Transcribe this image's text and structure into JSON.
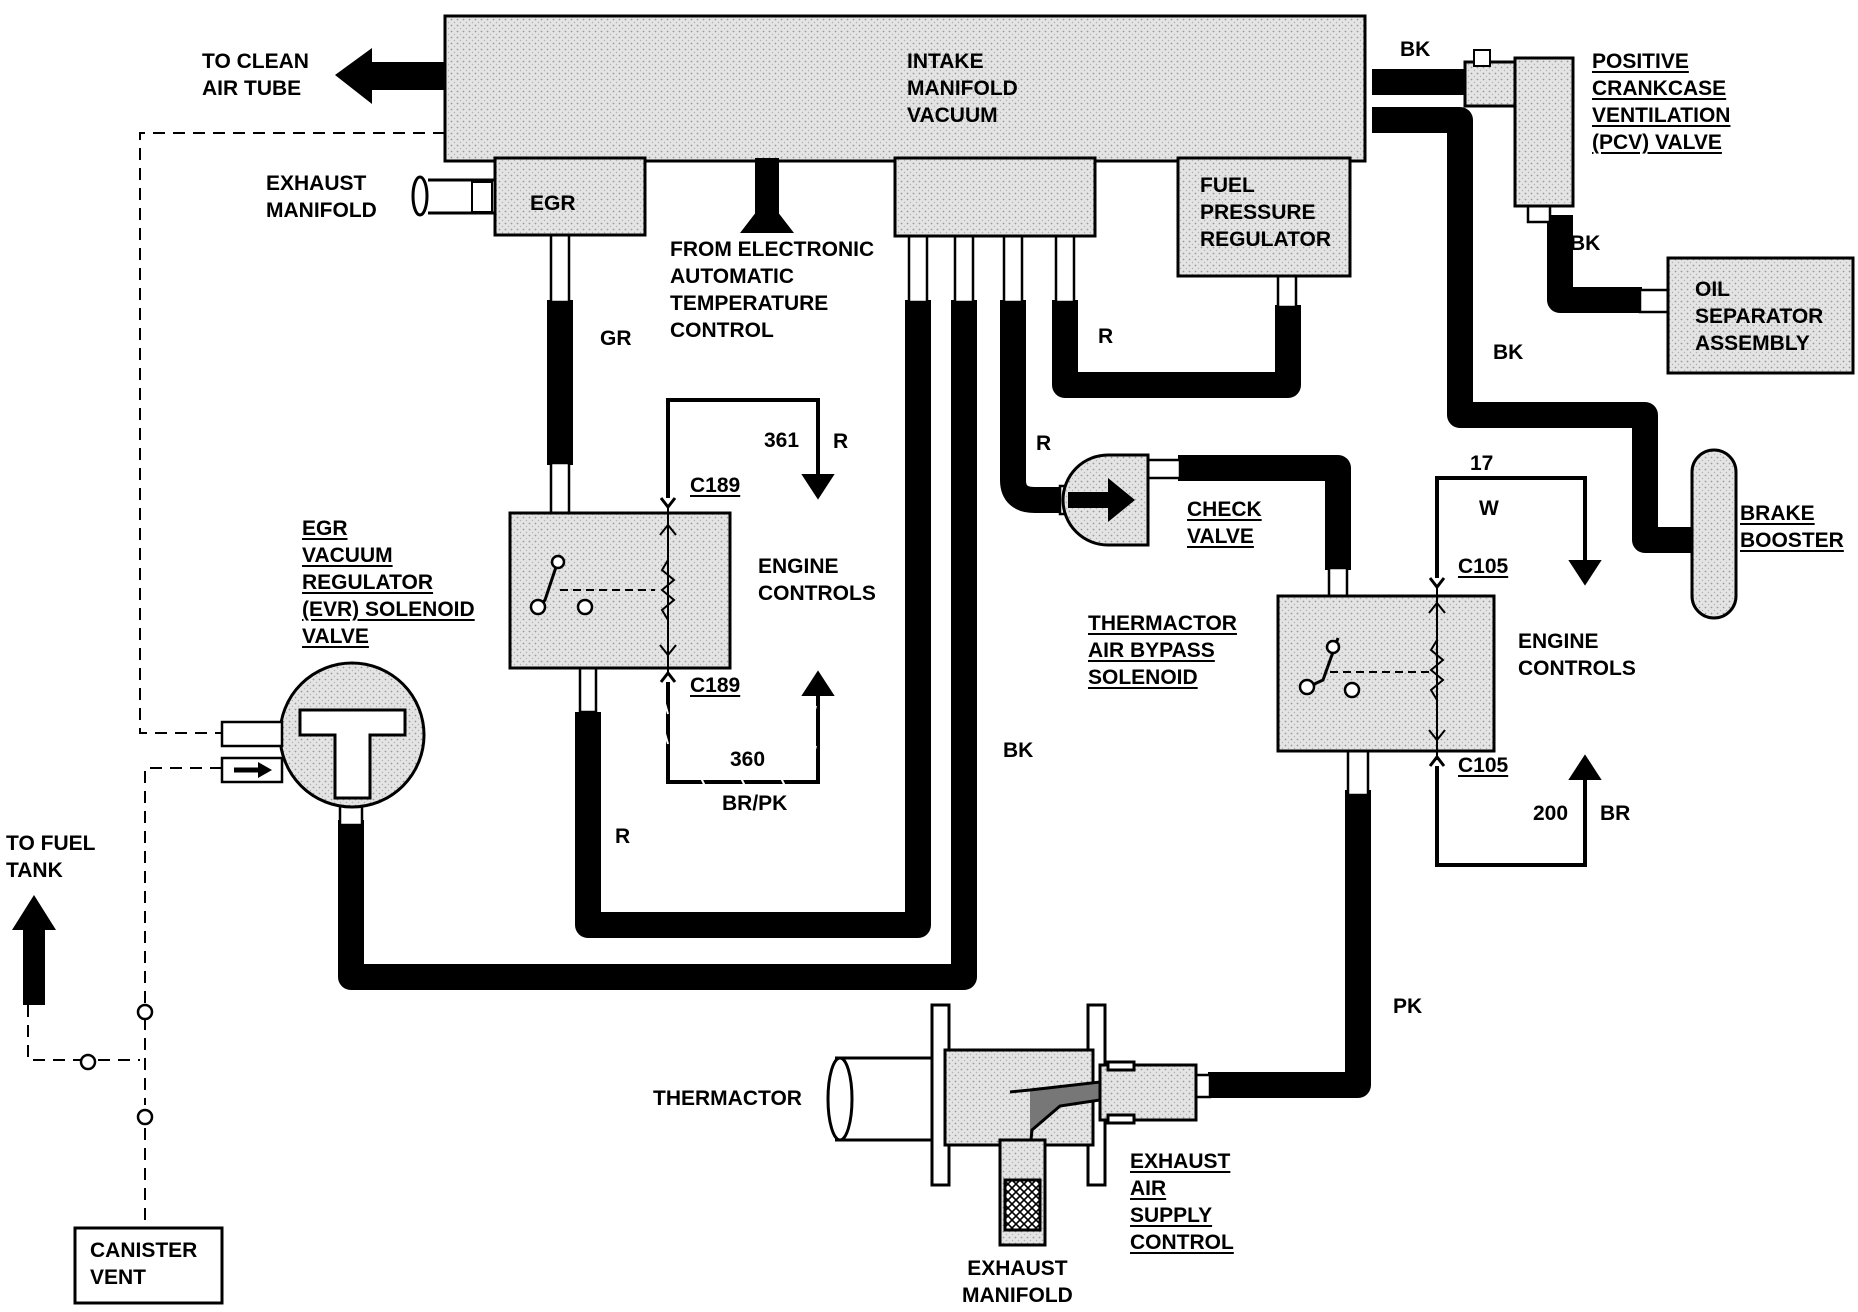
{
  "diagram": {
    "intake_manifold": [
      "INTAKE",
      "MANIFOLD",
      "VACUUM"
    ],
    "to_clean_air_tube": [
      "TO CLEAN",
      "AIR TUBE"
    ],
    "egr_box": "EGR",
    "exhaust_manifold_top": [
      "EXHAUST",
      "MANIFOLD"
    ],
    "from_eatc": [
      "FROM ELECTRONIC",
      "AUTOMATIC",
      "TEMPERATURE",
      "CONTROL"
    ],
    "fuel_pressure_regulator": [
      "FUEL",
      "PRESSURE",
      "REGULATOR"
    ],
    "pcv_valve": [
      "POSITIVE",
      "CRANKCASE",
      "VENTILATION",
      "(PCV) VALVE"
    ],
    "oil_separator": [
      "OIL",
      "SEPARATOR",
      "ASSEMBLY"
    ],
    "brake_booster": [
      "BRAKE",
      "BOOSTER"
    ],
    "evr_solenoid": [
      "EGR",
      "VACUUM",
      "REGULATOR",
      "(EVR) SOLENOID",
      "VALVE"
    ],
    "engine_controls_left": [
      "ENGINE",
      "CONTROLS"
    ],
    "engine_controls_right": [
      "ENGINE",
      "CONTROLS"
    ],
    "check_valve": [
      "CHECK",
      "VALVE"
    ],
    "thermactor_bypass": [
      "THERMACTOR",
      "AIR BYPASS",
      "SOLENOID"
    ],
    "thermactor": "THERMACTOR",
    "exhaust_air_supply": [
      "EXHAUST",
      "AIR",
      "SUPPLY",
      "CONTROL"
    ],
    "exhaust_manifold_bottom": [
      "EXHAUST",
      "MANIFOLD"
    ],
    "to_fuel_tank": [
      "TO FUEL",
      "TANK"
    ],
    "canister_vent": [
      "CANISTER",
      "VENT"
    ],
    "connectors": {
      "c189_top": "C189",
      "c189_bottom": "C189",
      "c105_top": "C105",
      "c105_bottom": "C105"
    },
    "circuits": {
      "c361": "361",
      "c360": "360",
      "c17": "17",
      "c200": "200"
    },
    "hose_colors": {
      "bk_top": "BK",
      "bk_pcv": "BK",
      "bk_brake": "BK",
      "bk_center": "BK",
      "gr": "GR",
      "r_fpr": "R",
      "r_361": "R",
      "r_check": "R",
      "r_evr": "R",
      "w": "W",
      "br_pk": "BR/PK",
      "br": "BR",
      "pk": "PK"
    }
  },
  "colors": {
    "ink": "#000000",
    "component_fill": "#dcdcdc",
    "background": "#ffffff"
  }
}
